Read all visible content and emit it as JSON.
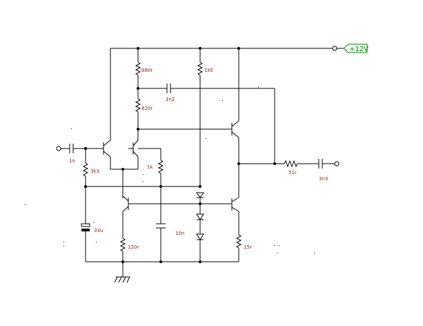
{
  "supply_label": "+12V",
  "labels": {
    "r680": "680r",
    "r1k5": "1k5",
    "c1n2": "1n2",
    "r820": "820r",
    "c1n_in": "1n",
    "r3k3": "3k3",
    "r1k": "1k",
    "r51": "51r",
    "c3n3": "3n3",
    "c33u": "33u",
    "c10n": "10n",
    "r120": "120r",
    "r15": "15r"
  },
  "colors": {
    "wire": "#000000",
    "component_label": "#8b1a1a",
    "supply_label": "#008000"
  }
}
